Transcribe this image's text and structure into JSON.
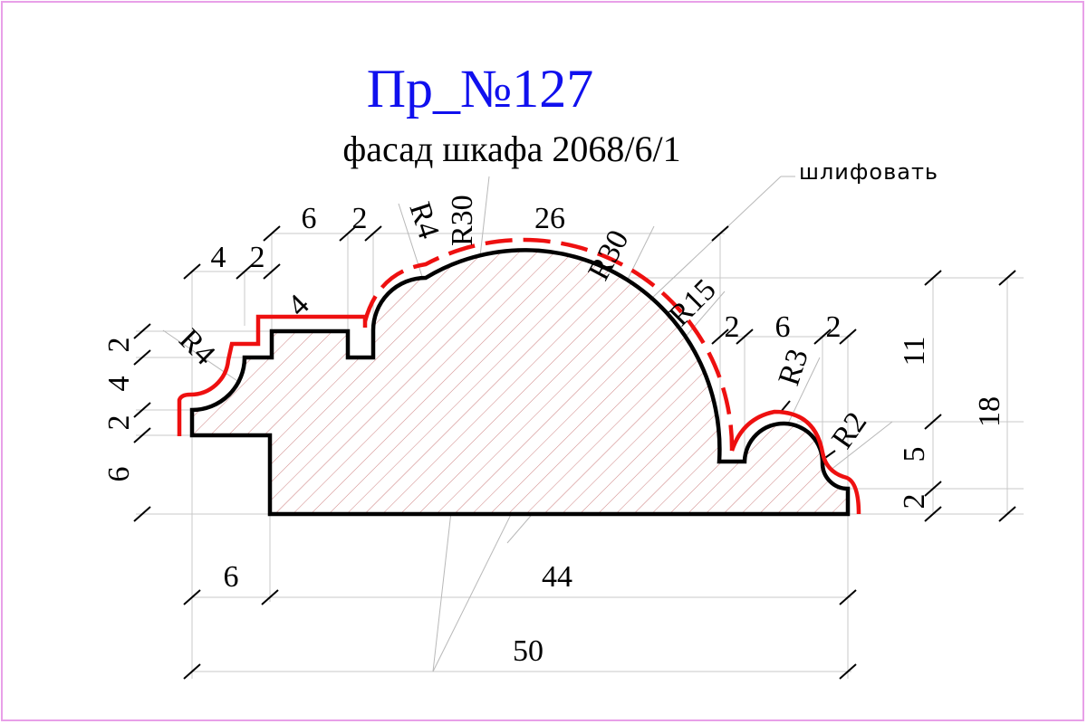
{
  "title": "Пр_№127",
  "subtitle": "фасад шкафа 2068/6/1",
  "note": "шлифовать",
  "colors": {
    "title": "#1010ee",
    "sanding_line": "#ee1010",
    "border": "#e8a0e8",
    "hatch": "#c06060"
  },
  "dimensions": {
    "top_6": "6",
    "top_2a": "2",
    "top_4": "4",
    "top_2b": "2",
    "inner_4": "4",
    "r4_top": "R4",
    "r30_a": "R30",
    "d26": "26",
    "r30_b": "R30",
    "r15": "R15",
    "right_2a": "2",
    "right_6": "6",
    "right_2b": "2",
    "r3": "R3",
    "r2": "R2",
    "r4_left": "R4",
    "left_2a": "2",
    "left_4": "4",
    "left_2b": "2",
    "left_6": "6",
    "h11": "11",
    "h18": "18",
    "h5": "5",
    "h2": "2",
    "w6": "6",
    "w44": "44",
    "w50": "50"
  }
}
